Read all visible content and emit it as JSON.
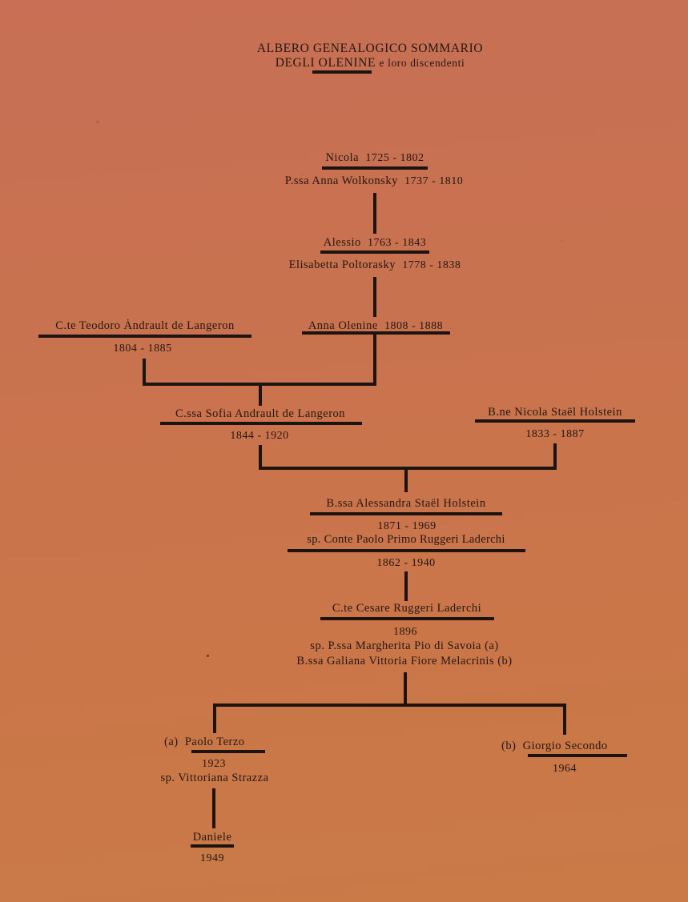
{
  "title": {
    "line1": "ALBERO GENEALOGICO SOMMARIO",
    "line2_prefix": "DEGLI",
    "line2_name": "OLENINE",
    "line2_suffix": "e loro discendenti"
  },
  "people": {
    "nicola": {
      "name": "Nicola",
      "years": "1725 - 1802",
      "spouse": "P.ssa Anna Wolkonsky",
      "spouse_years": "1737 - 1810"
    },
    "alessio": {
      "name": "Alessio",
      "years": "1763 - 1843",
      "spouse": "Elisabetta Poltorasky",
      "spouse_years": "1778 - 1838"
    },
    "teodoro": {
      "name": "C.te Teodoro Ȧndrault de Langeron",
      "years": "1804 - 1885"
    },
    "anna": {
      "name": "Anna Olenine",
      "years": "1808 - 1888"
    },
    "sofia": {
      "name": "C.ssa Sofia Andrault de Langeron",
      "years": "1844 - 1920"
    },
    "nicola_stael": {
      "name": "B.ne Nicola Staël Holstein",
      "years": "1833 - 1887"
    },
    "alessandra": {
      "name": "B.ssa Alessandra Staël Holstein",
      "years": "1871 - 1969",
      "spouse": "sp. Conte Paolo Primo Ruggeri Laderchi",
      "spouse_years": "1862 - 1940"
    },
    "cesare": {
      "name": "C.te Cesare Ruggeri Laderchi",
      "years": "1896",
      "spouse_a": "sp. P.ssa Margherita Pio di Savoia (a)",
      "spouse_b": "B.ssa Galiana Vittoria Fiore Melacrinis (b)"
    },
    "paolo": {
      "marker": "(a)",
      "name": "Paolo Terzo",
      "years": "1923",
      "spouse": "sp. Vittoriana Strazza"
    },
    "giorgio": {
      "marker": "(b)",
      "name": "Giorgio Secondo",
      "years": "1964"
    },
    "daniele": {
      "name": "Daniele",
      "years": "1949"
    }
  },
  "colors": {
    "background": "#c9724f",
    "ink": "#1d1310"
  }
}
